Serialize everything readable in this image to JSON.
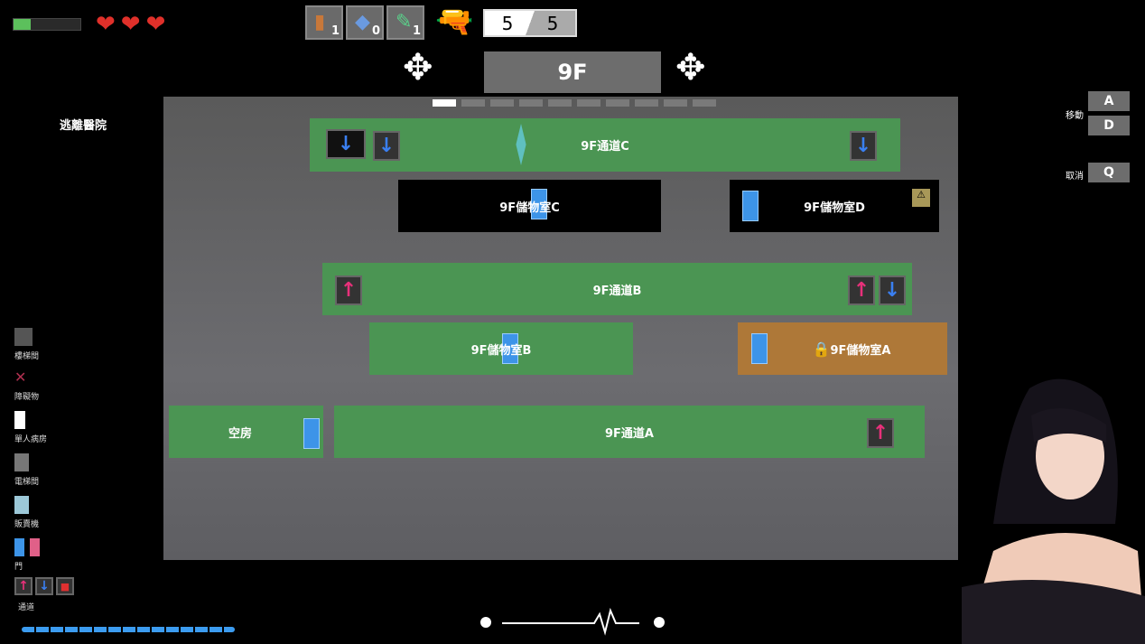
{
  "hud": {
    "stamina_percent": 25,
    "hearts": 3,
    "items": [
      {
        "icon": "pill-bottle-icon",
        "count": "1"
      },
      {
        "icon": "bandage-icon",
        "count": "0"
      },
      {
        "icon": "syringe-icon",
        "count": "1"
      }
    ],
    "ammo_current": "5",
    "ammo_max": "5"
  },
  "floor": {
    "label": "9F",
    "tab_count": 10,
    "selected_tab": 0
  },
  "location_title": "逃離醫院",
  "rooms": {
    "corridor_c": "9F通道C",
    "storage_c": "9F儲物室C",
    "storage_d": "9F儲物室D",
    "corridor_b": "9F通道B",
    "storage_b": "9F儲物室B",
    "storage_a": "9F儲物室A",
    "empty_room": "空房",
    "corridor_a": "9F通道A"
  },
  "legend": [
    "樓梯間",
    "障礙物",
    "單人病房",
    "電梯間",
    "販賣機",
    "門",
    "通道"
  ],
  "controls": {
    "move_label": "移動",
    "key_a": "A",
    "key_d": "D",
    "cancel_label": "取消",
    "key_q": "Q"
  },
  "colors": {
    "corridor": "#4b9553",
    "locked_room": "#ae7838",
    "door": "#3d94e8",
    "arrow_up": "#e8307a",
    "arrow_down": "#3a7ff0"
  }
}
